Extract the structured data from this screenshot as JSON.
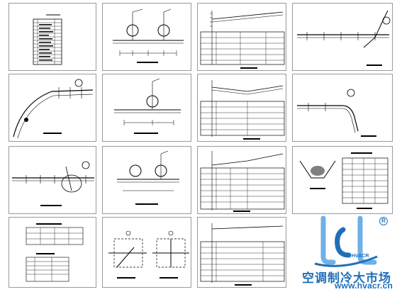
{
  "sheet": {
    "rows": 4,
    "cols": 4,
    "colors": {
      "line": "#000000",
      "border": "#9a9a9a",
      "background": "#ffffff"
    }
  },
  "watermark": {
    "chinese_name": "空调制冷大市场",
    "brand": "HVACR",
    "website": "www.hvacr.cn",
    "registered_mark": "R",
    "colors": {
      "primary": "#1f6fb8",
      "light": "#6fb0e6"
    }
  }
}
